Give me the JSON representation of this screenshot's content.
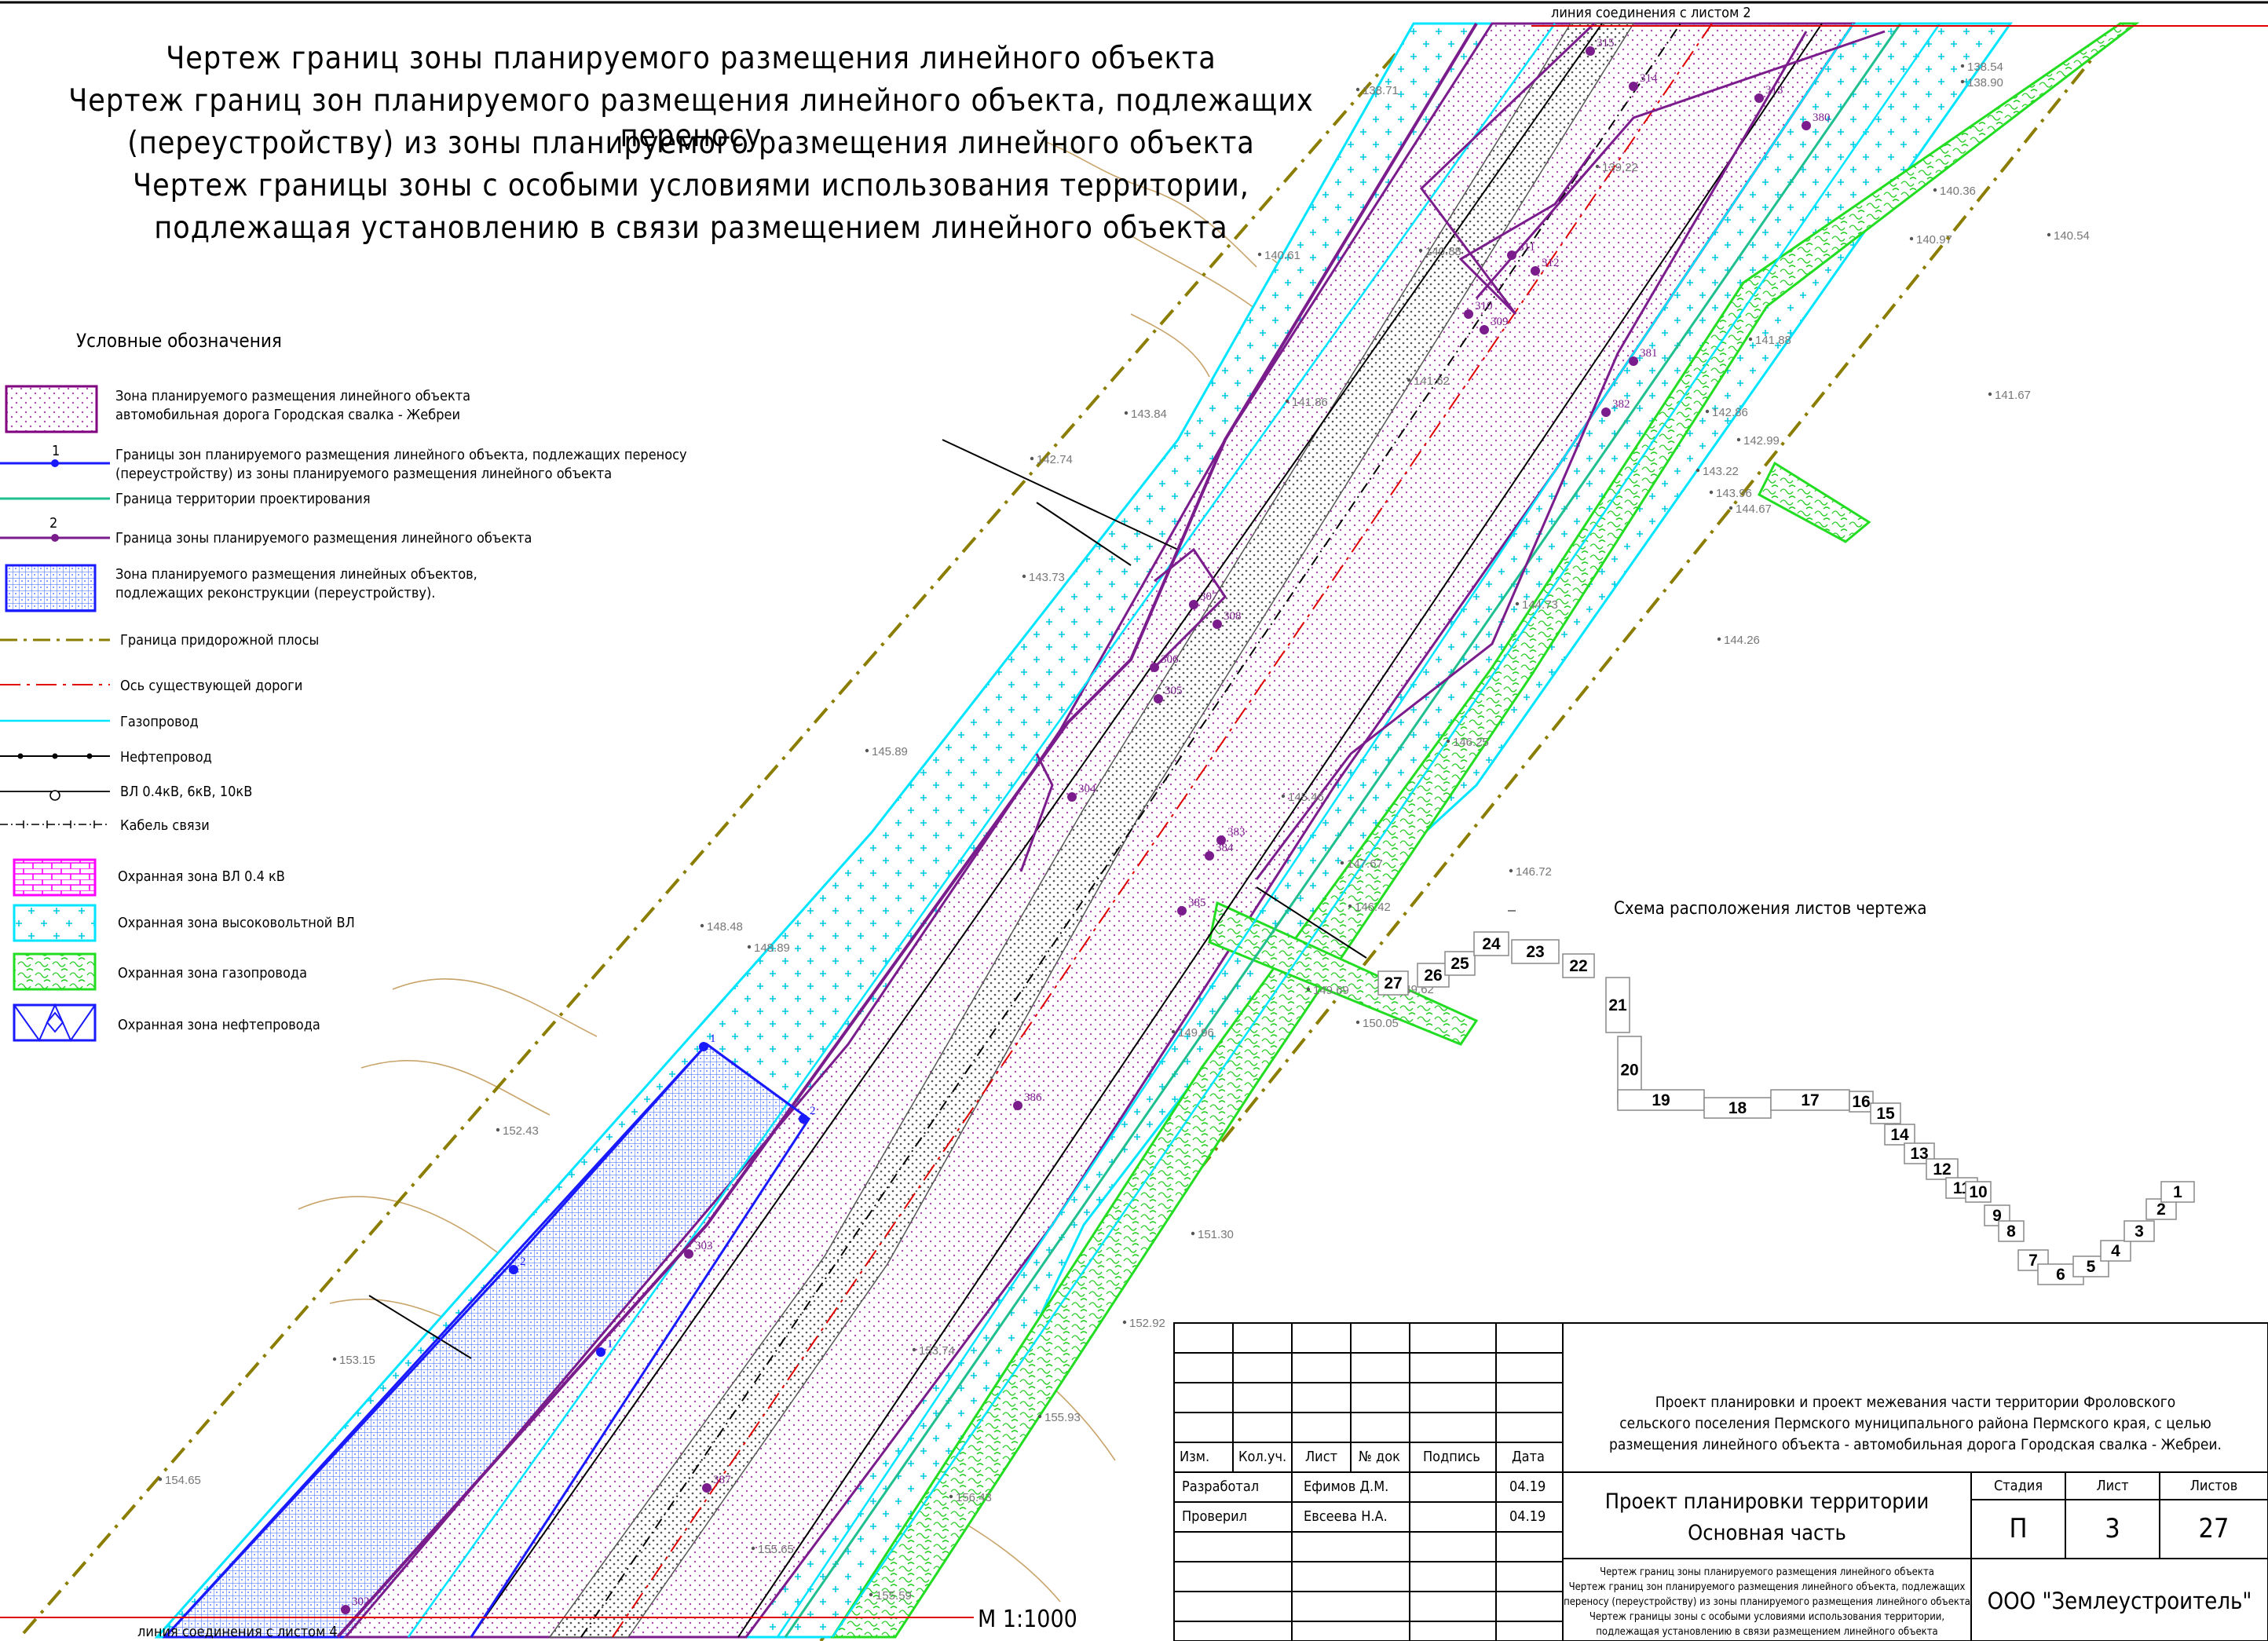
{
  "title_block": {
    "lines": [
      "Чертеж границ зоны планируемого размещения линейного объекта",
      "Чертеж границ зон планируемого размещения линейного объекта, подлежащих переносу",
      "(переустройству) из зоны планируемого размещения линейного объекта",
      "Чертеж границы зоны с особыми условиями использования территории,",
      "подлежащая установлению в связи размещением линейного объекта"
    ]
  },
  "connection_labels": {
    "top": "линия соединения с листом 2",
    "bottom": "линия соединения с листом 4"
  },
  "scale_label": "М 1:1000",
  "legend": {
    "heading": "Условные обозначения",
    "items": [
      {
        "id": "zone-road",
        "text": [
          "Зона планируемого размещения линейного объекта",
          "автомобильная дорога Городская свалка - Жебреи"
        ],
        "color": "#800080"
      },
      {
        "id": "border-relocate",
        "marker": "1",
        "text": [
          "Границы зон планируемого размещения линейного объекта, подлежащих переносу",
          "(переустройству) из зоны планируемого размещения линейного объекта"
        ],
        "color": "#1a1aff"
      },
      {
        "id": "border-design",
        "text": [
          "Граница территории проектирования"
        ],
        "color": "#1fbf8f"
      },
      {
        "id": "border-zone",
        "marker": "2",
        "text": [
          "Граница зоны планируемого размещения линейного объекта"
        ],
        "color": "#7a1c8c"
      },
      {
        "id": "zone-reconstruct",
        "text": [
          "Зона планируемого размещения линейных объектов,",
          "подлежащих реконструкции (переустройству)."
        ],
        "color": "#1a1aff"
      },
      {
        "id": "roadside-border",
        "text": [
          "Граница придорожной плосы"
        ],
        "color": "#8b7d00"
      },
      {
        "id": "road-axis",
        "text": [
          "Ось существующей дороги"
        ],
        "color": "#e00000"
      },
      {
        "id": "gas-pipeline",
        "text": [
          "Газопровод"
        ],
        "color": "#00e5ff"
      },
      {
        "id": "oil-pipeline",
        "text": [
          "Нефтепровод"
        ],
        "color": "#000000"
      },
      {
        "id": "power-line",
        "text": [
          "ВЛ 0.4кВ, 6кВ, 10кВ"
        ],
        "color": "#000000"
      },
      {
        "id": "comm-cable",
        "text": [
          "Кабель связи"
        ],
        "color": "#000000"
      },
      {
        "id": "protect-04kv",
        "text": [
          "Охранная зона ВЛ 0.4 кВ"
        ],
        "color": "#ff00ff"
      },
      {
        "id": "protect-hv",
        "text": [
          "Охранная зона высоковольтной ВЛ"
        ],
        "color": "#00e5ff"
      },
      {
        "id": "protect-gas",
        "text": [
          "Охранная зона газопровода"
        ],
        "color": "#22dd22"
      },
      {
        "id": "protect-oil",
        "text": [
          "Охранная зона нефтепровода"
        ],
        "color": "#1a1aff"
      }
    ]
  },
  "schema": {
    "title": "Схема расположения листов чертежа",
    "sheets": [
      "27",
      "26",
      "25",
      "24",
      "23",
      "22",
      "21",
      "20",
      "19",
      "18",
      "17",
      "16",
      "15",
      "14",
      "13",
      "12",
      "11",
      "10",
      "9",
      "8",
      "7",
      "6",
      "5",
      "4",
      "3",
      "2",
      "1"
    ]
  },
  "elevations": [
    "138.71",
    "138.54",
    "138.90",
    "139.22",
    "140.36",
    "140.54",
    "140.97",
    "140.61",
    "140.88",
    "141.88",
    "141.67",
    "141.62",
    "141.86",
    "142.86",
    "142.99",
    "143.22",
    "143.84",
    "142.74",
    "144.67",
    "143.96",
    "144.26",
    "143.73",
    "144.73",
    "146.25",
    "145.89",
    "145.46",
    "146.72",
    "147.67",
    "146.42",
    "148.48",
    "148.89",
    "149.62",
    "149.69",
    "150.05",
    "149.96",
    "152.43",
    "153.15",
    "152.92",
    "151.30",
    "153.74",
    "155.93",
    "154.65",
    "155.65",
    "156.43",
    "155.59"
  ],
  "point_labels": [
    "315",
    "314",
    "313",
    "380",
    "311",
    "312",
    "310",
    "309",
    "381",
    "382",
    "307",
    "308",
    "306",
    "305",
    "304",
    "383",
    "384",
    "385",
    "386",
    "303",
    "387",
    "302",
    "1",
    "2",
    "2",
    "1"
  ],
  "stamp": {
    "project": [
      "Проект планировки и проект межевания части территории Фроловского",
      "сельского поселения Пермского муниципального района Пермского края, с целью",
      "размещения линейного объекта - автомобильная дорога Городская свалка - Жебреи."
    ],
    "headers": [
      "Изм.",
      "Кол.уч.",
      "Лист",
      "№ док",
      "Подпись",
      "Дата"
    ],
    "rows": [
      {
        "role": "Разработал",
        "name": "Ефимов Д.М.",
        "date": "04.19"
      },
      {
        "role": "Проверил",
        "name": "Евсеева Н.А.",
        "date": "04.19"
      }
    ],
    "doc_title": [
      "Проект планировки территории",
      "Основная часть"
    ],
    "stage_label": "Стадия",
    "sheet_label": "Лист",
    "sheets_label": "Листов",
    "stage": "П",
    "sheet": "3",
    "sheets": "27",
    "drawing_desc": [
      "Чертеж границ зоны планируемого размещения линейного объекта",
      "Чертеж границ зон планируемого размещения линейного объекта, подлежащих",
      "переносу (переустройству) из зоны планируемого размещения линейного объекта",
      "Чертеж границы зоны с особыми условиями использования территории,",
      "подлежащая установлению в связи размещением линейного объекта"
    ],
    "company": "ООО \"Землеустроитель\""
  }
}
